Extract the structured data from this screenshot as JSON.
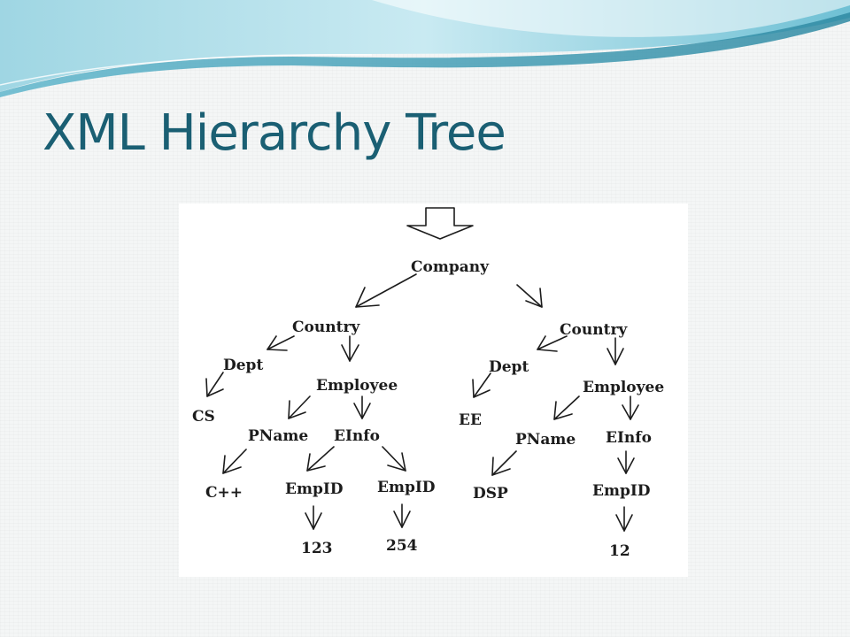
{
  "slide": {
    "title": "XML Hierarchy Tree"
  },
  "diagram": {
    "labels": {
      "company": "Company",
      "country_left": "Country",
      "dept_left": "Dept",
      "cs": "CS",
      "employee_left": "Employee",
      "pname_left": "PName",
      "einfo_left": "EInfo",
      "cpp": "C++",
      "empid_left_a": "EmpID",
      "empid_left_b": "EmpID",
      "val_123": "123",
      "val_254": "254",
      "country_right": "Country",
      "dept_right": "Dept",
      "ee": "EE",
      "employee_right": "Employee",
      "pname_right": "PName",
      "einfo_right": "EInfo",
      "dsp": "DSP",
      "empid_right": "EmpID",
      "val_12": "12"
    }
  },
  "colors": {
    "title": "#1a5f73",
    "banner_light": "#cfeaf0",
    "banner_mid": "#7cc6d6",
    "banner_dark": "#2f8aa3"
  }
}
